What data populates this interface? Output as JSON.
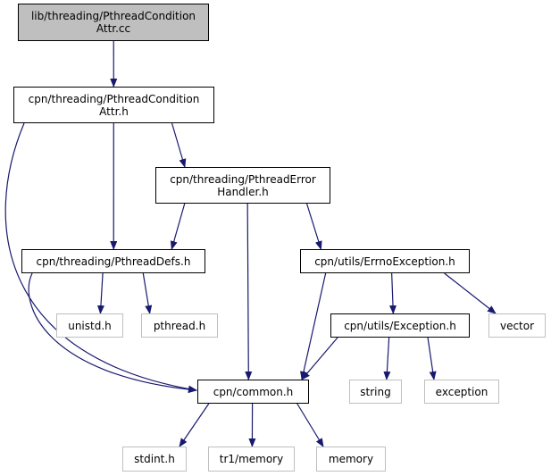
{
  "graph": {
    "colors": {
      "edge": "#191970",
      "root_fill": "#bfbfbf",
      "border": "#000000",
      "external_border": "#bfbfbf"
    },
    "nodes": [
      {
        "id": "root",
        "label": "lib/threading/PthreadCondition\nAttr.cc",
        "kind": "root"
      },
      {
        "id": "condattr_h",
        "label": "cpn/threading/PthreadCondition\nAttr.h",
        "kind": "file"
      },
      {
        "id": "errhandler_h",
        "label": "cpn/threading/PthreadError\nHandler.h",
        "kind": "file"
      },
      {
        "id": "defs_h",
        "label": "cpn/threading/PthreadDefs.h",
        "kind": "file"
      },
      {
        "id": "errnoexc_h",
        "label": "cpn/utils/ErrnoException.h",
        "kind": "file"
      },
      {
        "id": "unistd_h",
        "label": "unistd.h",
        "kind": "external"
      },
      {
        "id": "pthread_h",
        "label": "pthread.h",
        "kind": "external"
      },
      {
        "id": "exception_h",
        "label": "cpn/utils/Exception.h",
        "kind": "file"
      },
      {
        "id": "vector",
        "label": "vector",
        "kind": "external"
      },
      {
        "id": "common_h",
        "label": "cpn/common.h",
        "kind": "file"
      },
      {
        "id": "string",
        "label": "string",
        "kind": "external"
      },
      {
        "id": "exception",
        "label": "exception",
        "kind": "external"
      },
      {
        "id": "stdint_h",
        "label": "stdint.h",
        "kind": "external"
      },
      {
        "id": "tr1_memory",
        "label": "tr1/memory",
        "kind": "external"
      },
      {
        "id": "memory",
        "label": "memory",
        "kind": "external"
      }
    ],
    "edges": [
      [
        "root",
        "condattr_h"
      ],
      [
        "condattr_h",
        "errhandler_h"
      ],
      [
        "condattr_h",
        "defs_h"
      ],
      [
        "condattr_h",
        "common_h"
      ],
      [
        "errhandler_h",
        "defs_h"
      ],
      [
        "errhandler_h",
        "common_h"
      ],
      [
        "errhandler_h",
        "errnoexc_h"
      ],
      [
        "defs_h",
        "unistd_h"
      ],
      [
        "defs_h",
        "pthread_h"
      ],
      [
        "defs_h",
        "common_h"
      ],
      [
        "errnoexc_h",
        "common_h"
      ],
      [
        "errnoexc_h",
        "exception_h"
      ],
      [
        "errnoexc_h",
        "vector"
      ],
      [
        "exception_h",
        "common_h"
      ],
      [
        "exception_h",
        "string"
      ],
      [
        "exception_h",
        "exception"
      ],
      [
        "common_h",
        "stdint_h"
      ],
      [
        "common_h",
        "tr1_memory"
      ],
      [
        "common_h",
        "memory"
      ]
    ]
  }
}
